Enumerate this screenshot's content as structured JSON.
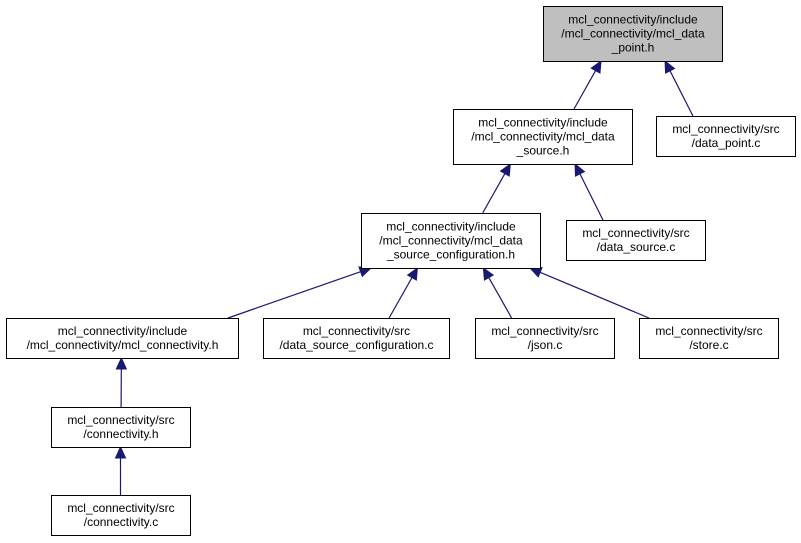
{
  "colors": {
    "root_fill": "#bfbfbf",
    "node_fill": "#ffffff",
    "border": "#000000",
    "edge": "#191970"
  },
  "nodes": [
    {
      "id": "data_point_h",
      "root": true,
      "lines": [
        "mcl_connectivity/include",
        "/mcl_connectivity/mcl_data",
        "_point.h"
      ]
    },
    {
      "id": "data_source_h",
      "lines": [
        "mcl_connectivity/include",
        "/mcl_connectivity/mcl_data",
        "_source.h"
      ]
    },
    {
      "id": "data_point_c",
      "lines": [
        "mcl_connectivity/src",
        "/data_point.c"
      ]
    },
    {
      "id": "data_source_configuration_h",
      "lines": [
        "mcl_connectivity/include",
        "/mcl_connectivity/mcl_data",
        "_source_configuration.h"
      ]
    },
    {
      "id": "data_source_c",
      "lines": [
        "mcl_connectivity/src",
        "/data_source.c"
      ]
    },
    {
      "id": "mcl_connectivity_h",
      "lines": [
        "mcl_connectivity/include",
        "/mcl_connectivity/mcl_connectivity.h"
      ]
    },
    {
      "id": "data_source_configuration_c",
      "lines": [
        "mcl_connectivity/src",
        "/data_source_configuration.c"
      ]
    },
    {
      "id": "json_c",
      "lines": [
        "mcl_connectivity/src",
        "/json.c"
      ]
    },
    {
      "id": "store_c",
      "lines": [
        "mcl_connectivity/src",
        "/store.c"
      ]
    },
    {
      "id": "connectivity_h",
      "lines": [
        "mcl_connectivity/src",
        "/connectivity.h"
      ]
    },
    {
      "id": "connectivity_c",
      "lines": [
        "mcl_connectivity/src",
        "/connectivity.c"
      ]
    }
  ],
  "edges": [
    {
      "from": "data_source_h",
      "to": "data_point_h"
    },
    {
      "from": "data_point_c",
      "to": "data_point_h"
    },
    {
      "from": "data_source_configuration_h",
      "to": "data_source_h"
    },
    {
      "from": "data_source_c",
      "to": "data_source_h"
    },
    {
      "from": "mcl_connectivity_h",
      "to": "data_source_configuration_h"
    },
    {
      "from": "data_source_configuration_c",
      "to": "data_source_configuration_h"
    },
    {
      "from": "json_c",
      "to": "data_source_configuration_h"
    },
    {
      "from": "store_c",
      "to": "data_source_configuration_h"
    },
    {
      "from": "connectivity_h",
      "to": "mcl_connectivity_h"
    },
    {
      "from": "connectivity_c",
      "to": "connectivity_h"
    }
  ]
}
